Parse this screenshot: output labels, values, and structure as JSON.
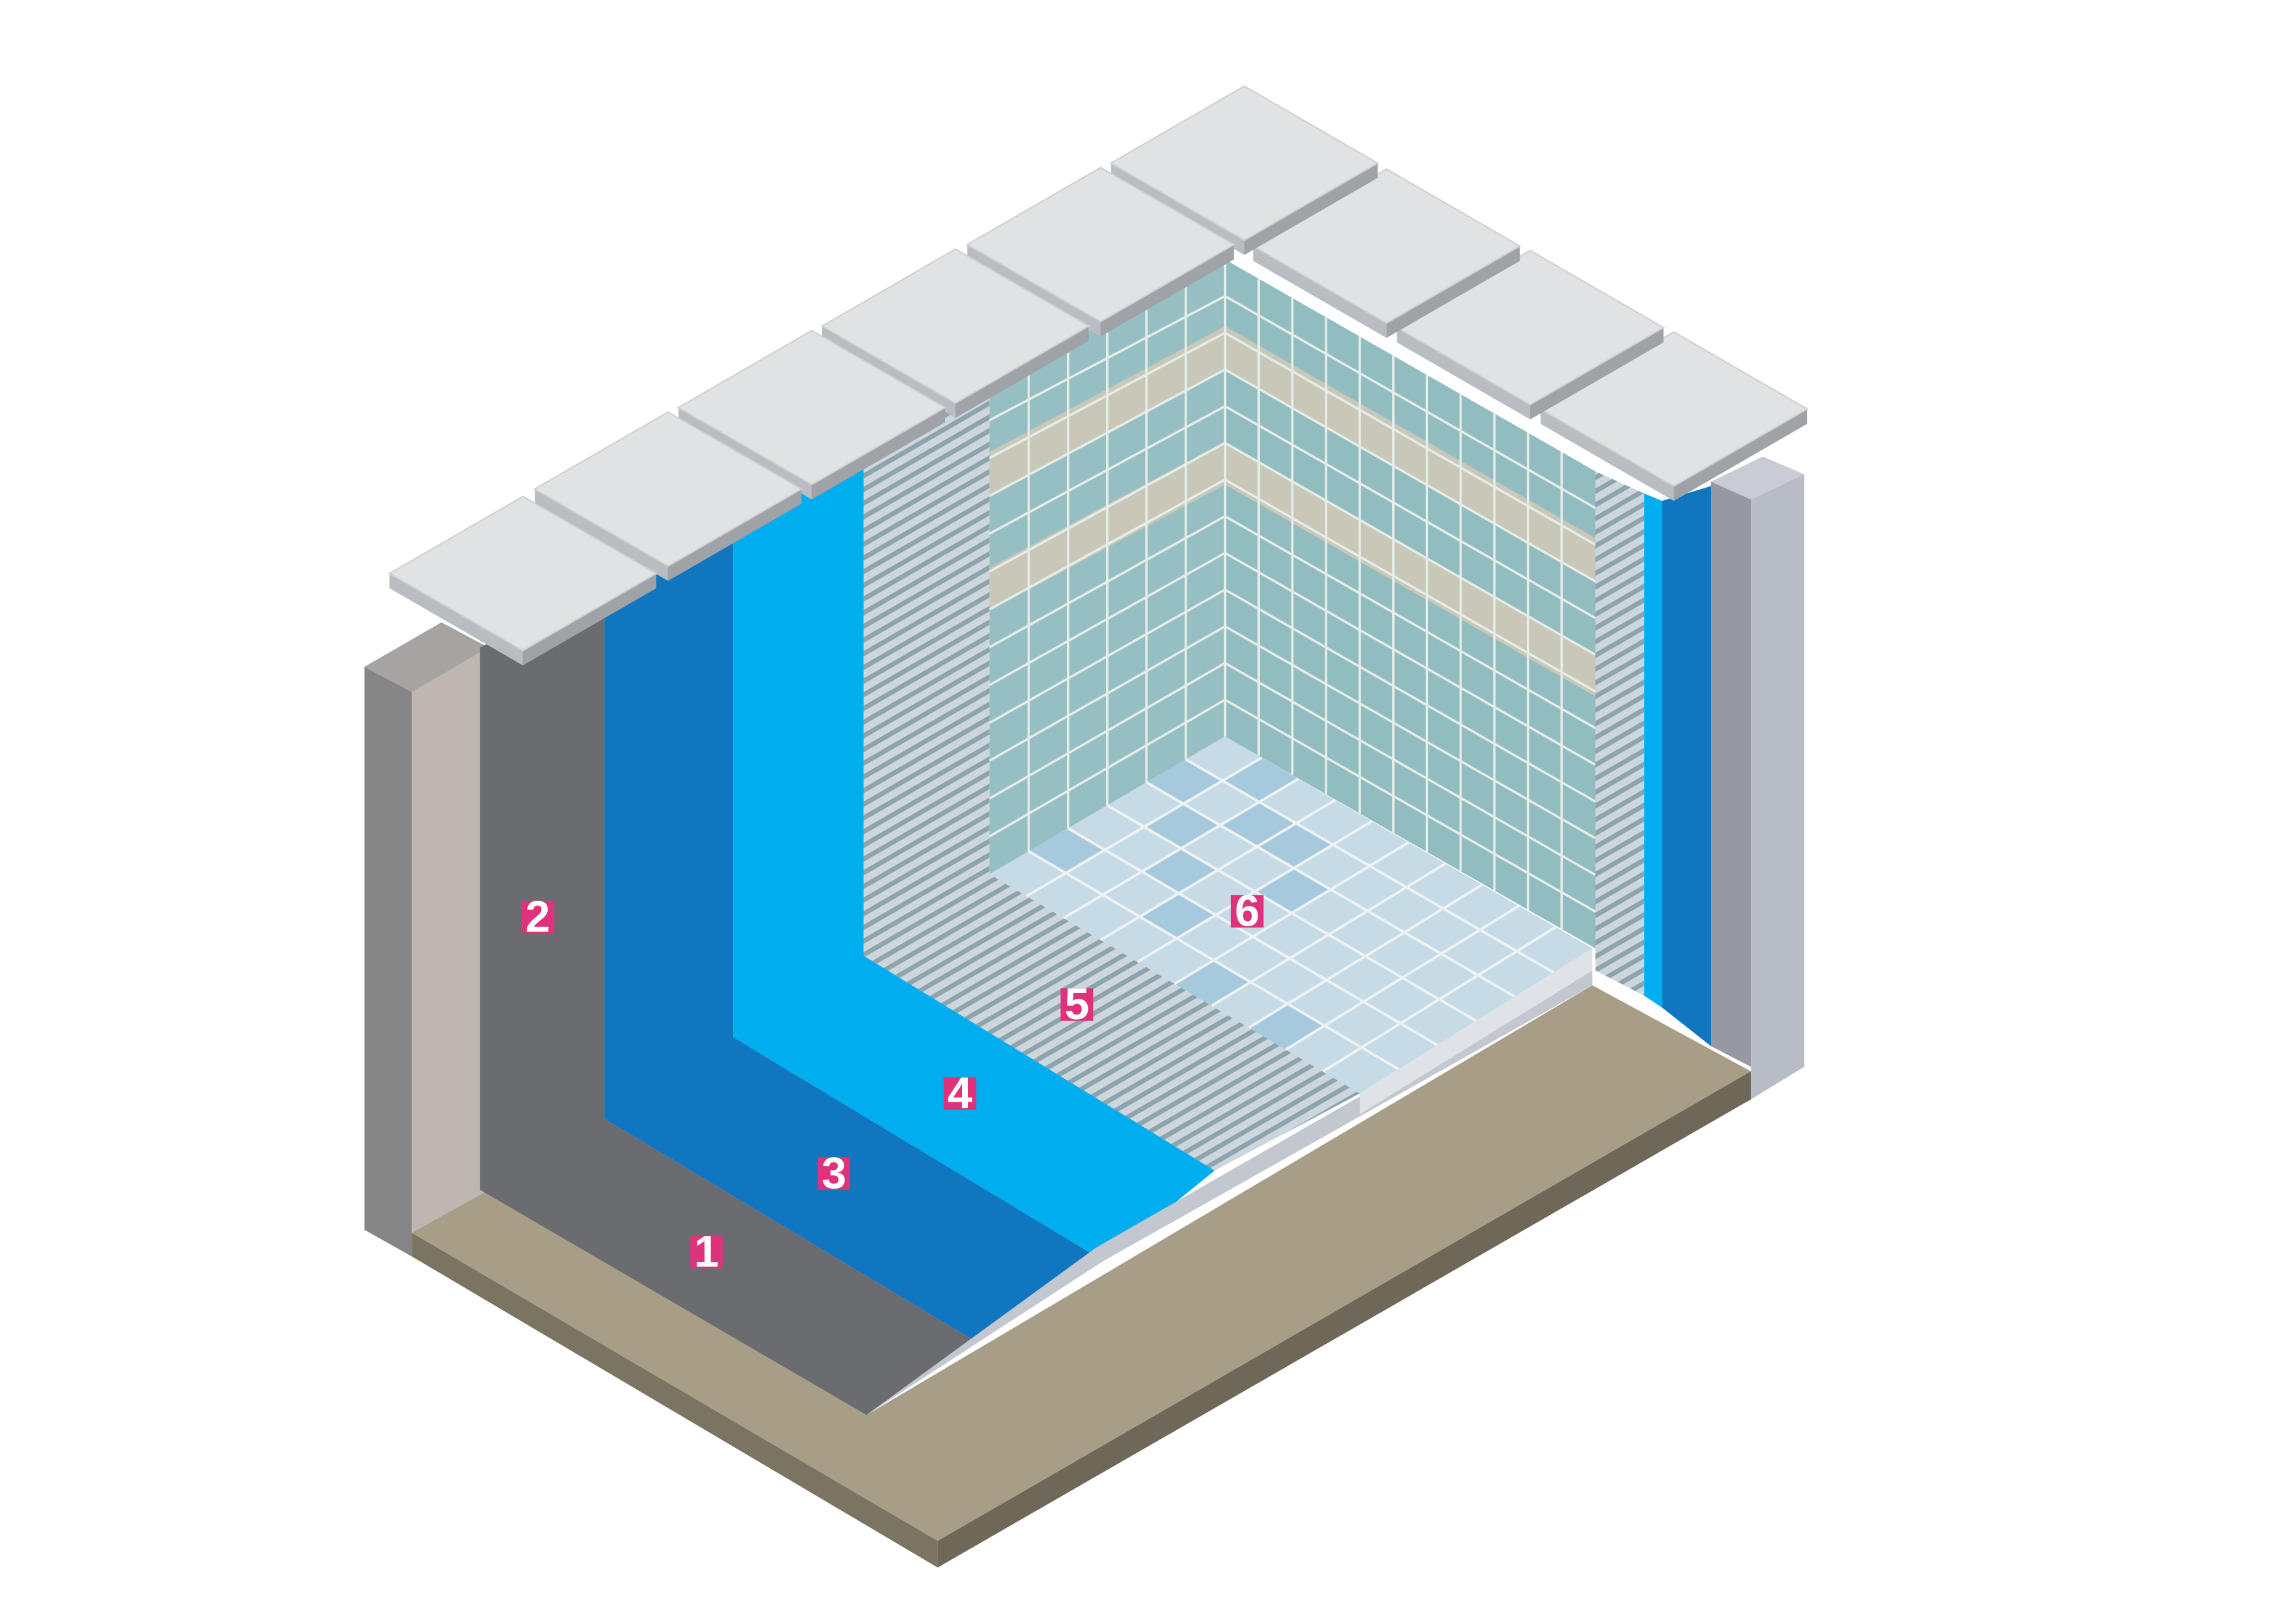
{
  "markers": [
    {
      "label": "1"
    },
    {
      "label": "2"
    },
    {
      "label": "3"
    },
    {
      "label": "4"
    },
    {
      "label": "5"
    },
    {
      "label": "6"
    }
  ],
  "colors": {
    "marker": "#e0327c",
    "marker_text": "#ffffff",
    "slab_top": "#a89e88",
    "slab_front": "#7c7462",
    "structure_side": "#858585",
    "structure_face": "#bdb6b1",
    "render_layer": "#6b6c70",
    "membrane_dark": "#0f76bf",
    "membrane_light": "#00adef",
    "adhesive": "#a8b4bc",
    "wall_tile": "#96bfc3",
    "accent_tile": "#c8c7b8",
    "floor_tile": "#c6dbe6",
    "floor_tile_accent": "#a6c9dd",
    "grout": "#e6ece8",
    "coping_top": "#e1e2e4",
    "coping_edge": "#9fa2a7",
    "right_post": "#b7bcc6",
    "right_post_side": "#9699a1"
  },
  "icons": {
    "illustration": "pool-layer-cross-section-icon"
  }
}
